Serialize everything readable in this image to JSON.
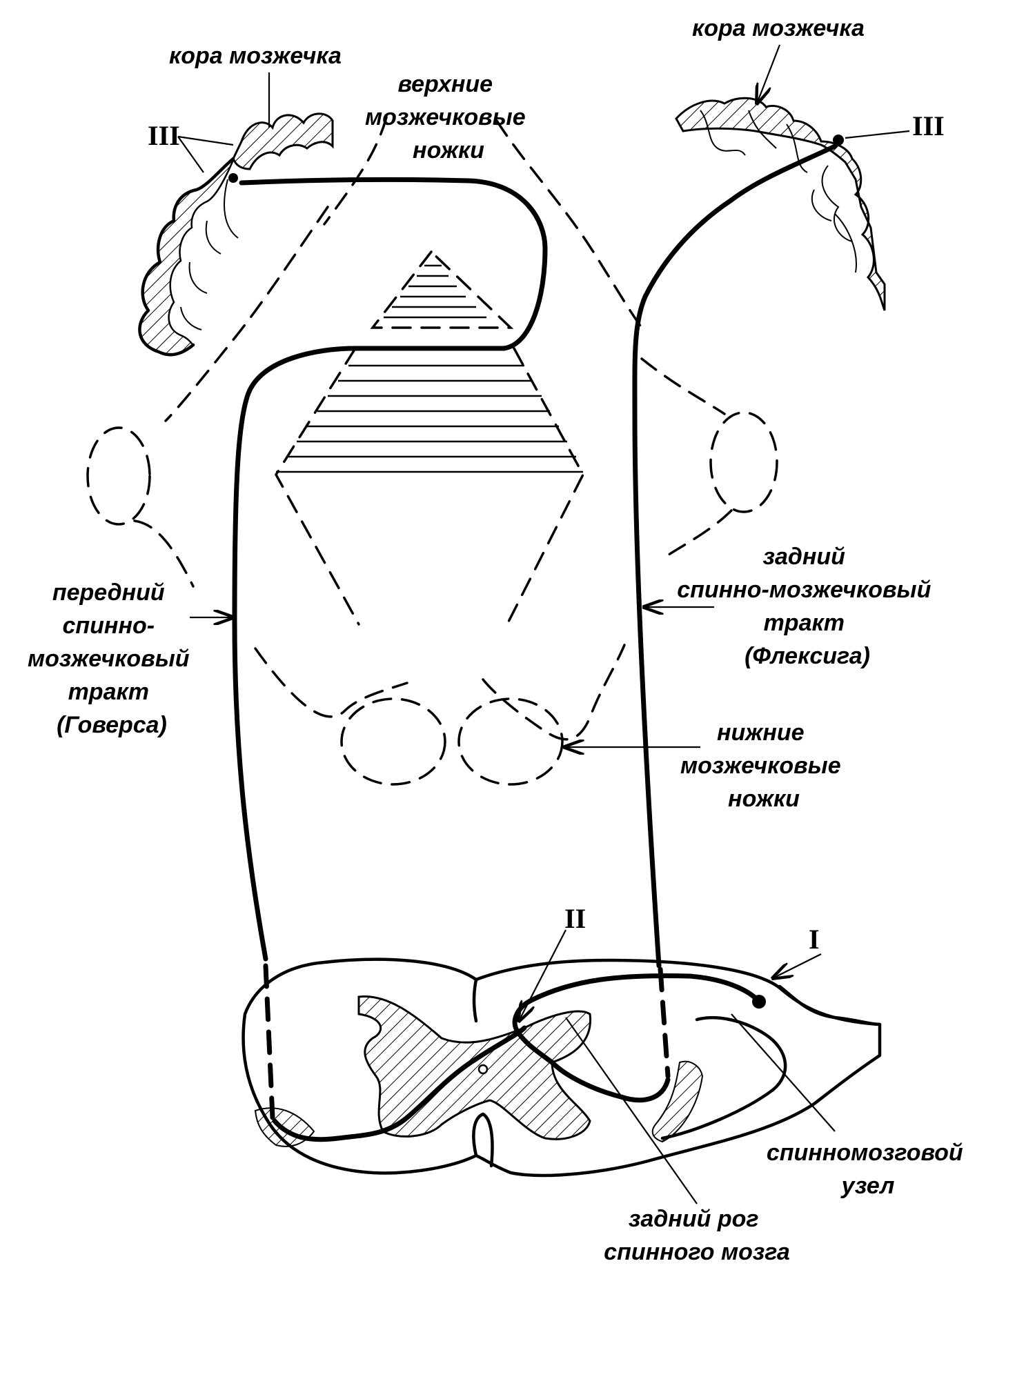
{
  "labels": {
    "cortex_left": "кора мозжечка",
    "cortex_right": "кора мозжечка",
    "superior_peduncles": [
      "верхние",
      "мозжечковые",
      "ножки"
    ],
    "anterior_tract": [
      "передний",
      "спинно-",
      "мозжечковый",
      "тракт",
      "(Говерса)"
    ],
    "posterior_tract": [
      "задний",
      "спинно-мозжечковый",
      "тракт",
      "(Флексига)"
    ],
    "inferior_peduncles": [
      "нижние",
      "мозжечковые",
      "ножки"
    ],
    "spinal_ganglion": [
      "спинномозговой",
      "узел"
    ],
    "posterior_horn": [
      "задний рог",
      "спинного мозга"
    ]
  },
  "neuron_markers": {
    "first": "I",
    "second": "II",
    "third_left": "III",
    "third_right": "III"
  }
}
